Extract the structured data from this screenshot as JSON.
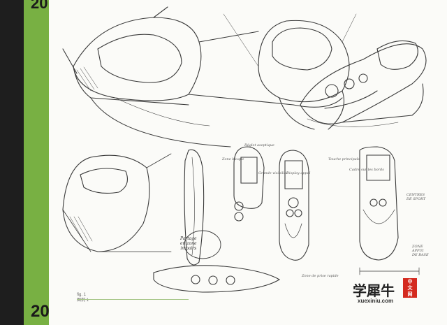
{
  "page": {
    "number_top": "20",
    "number_bottom": "20",
    "caption_line1": "fig. 1",
    "caption_line2": "图例 1"
  },
  "annotations": {
    "bubble": "Partage\nen zone\nimpairs",
    "side_note_1": "Zone bloque",
    "side_note_2": "Réglet aseptique",
    "side_note_3": "Grande visibilité",
    "side_note_4": "Display appel",
    "side_note_5": "Touche principale",
    "side_note_6": "Cadre sur les bords",
    "bottom_note": "Zone de prise rapide",
    "right_note_1": "CENTRES\nDE SPORT",
    "right_note_2": "ZONE\nAPPUI\nDE BASE"
  },
  "watermark": {
    "chinese": "学犀牛",
    "badge": "中\n文\n网",
    "url": "xuexiniu.com"
  },
  "colors": {
    "green_bar": "#78b043",
    "watermark_red": "#d42a1f"
  }
}
